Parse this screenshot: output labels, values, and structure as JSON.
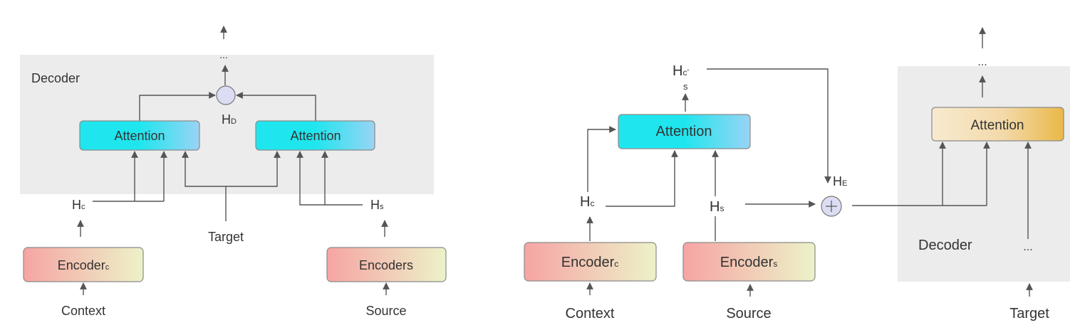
{
  "left": {
    "decoder_label": "Decoder",
    "ellipsis": "...",
    "hd": {
      "base": "H",
      "sub": "D"
    },
    "attention_left": "Attention",
    "attention_right": "Attention",
    "hc": {
      "base": "H",
      "sub": "c"
    },
    "hs": {
      "base": "H",
      "sub": "s"
    },
    "target": "Target",
    "encoder_c": {
      "base": "Encoder",
      "sub": "c"
    },
    "encoder_s": "Encoders",
    "context": "Context",
    "source": "Source"
  },
  "right": {
    "hcs": {
      "base": "H",
      "sub": "c’",
      "sub2": "s"
    },
    "attention_main": "Attention",
    "hc": {
      "base": "H",
      "sub": "c"
    },
    "hs": {
      "base": "H",
      "sub": "s"
    },
    "he": {
      "base": "H",
      "sub": "E"
    },
    "encoder_c": {
      "base": "Encoder",
      "sub": "c"
    },
    "encoder_s": {
      "base": "Encoder",
      "sub": "s"
    },
    "context": "Context",
    "source": "Source",
    "decoder_label": "Decoder",
    "decoder_ellipsis": "...",
    "attention_decoder": "Attention",
    "top_ellipsis": "...",
    "target": "Target"
  },
  "colors": {
    "panel": "#ececec",
    "attention_cyan": "#1fe6ee",
    "attention_blue": "#9ad3f5",
    "encoder_pink": "#f6a4a4",
    "encoder_yellow": "#ecf2c8",
    "decoder_attn_light": "#f8ead0",
    "decoder_attn_orange": "#eab848",
    "op_node": "#dcdcf4"
  }
}
